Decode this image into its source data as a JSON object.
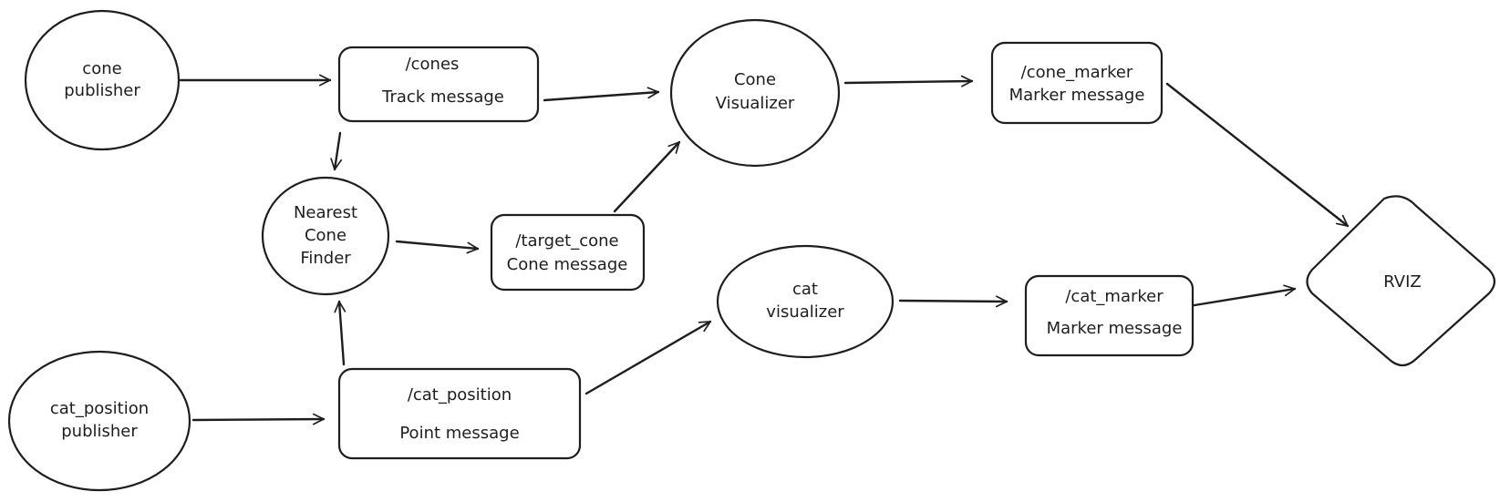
{
  "nodes": {
    "cone_publisher": {
      "line1": "cone",
      "line2": "publisher"
    },
    "cat_position_publisher": {
      "line1": "cat_position",
      "line2": "publisher"
    },
    "cones_topic": {
      "line1": "/cones",
      "line2": "Track message"
    },
    "nearest_cone_finder": {
      "line1": "Nearest",
      "line2": "Cone",
      "line3": "Finder"
    },
    "target_cone_topic": {
      "line1": "/target_cone",
      "line2": "Cone message"
    },
    "cat_position_topic": {
      "line1": "/cat_position",
      "line2": "Point message"
    },
    "cone_visualizer": {
      "line1": "Cone",
      "line2": "Visualizer"
    },
    "cat_visualizer": {
      "line1": "cat",
      "line2": "visualizer"
    },
    "cone_marker_topic": {
      "line1": "/cone_marker",
      "line2": "Marker message"
    },
    "cat_marker_topic": {
      "line1": "/cat_marker",
      "line2": "Marker message"
    },
    "rviz": {
      "line1": "RVIZ"
    }
  },
  "edges": [
    {
      "from": "cone_publisher",
      "to": "cones_topic"
    },
    {
      "from": "cones_topic",
      "to": "cone_visualizer"
    },
    {
      "from": "cones_topic",
      "to": "nearest_cone_finder"
    },
    {
      "from": "nearest_cone_finder",
      "to": "target_cone_topic"
    },
    {
      "from": "target_cone_topic",
      "to": "cone_visualizer"
    },
    {
      "from": "cat_position_publisher",
      "to": "cat_position_topic"
    },
    {
      "from": "cat_position_topic",
      "to": "nearest_cone_finder"
    },
    {
      "from": "cat_position_topic",
      "to": "cat_visualizer"
    },
    {
      "from": "cone_visualizer",
      "to": "cone_marker_topic"
    },
    {
      "from": "cat_visualizer",
      "to": "cat_marker_topic"
    },
    {
      "from": "cone_marker_topic",
      "to": "rviz"
    },
    {
      "from": "cat_marker_topic",
      "to": "rviz"
    }
  ]
}
